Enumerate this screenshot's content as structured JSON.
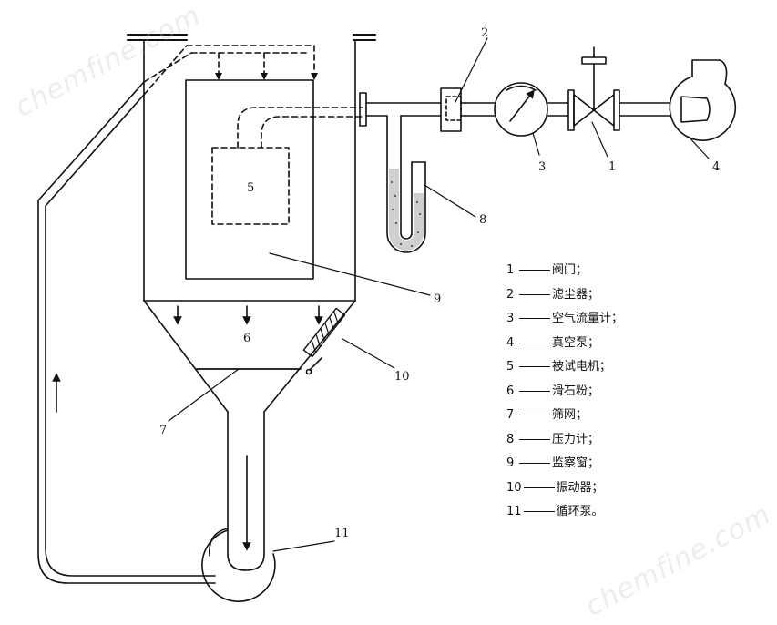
{
  "labels": {
    "l1": "1",
    "l2": "2",
    "l3": "3",
    "l4": "4",
    "l5": "5",
    "l6": "6",
    "l7": "7",
    "l8": "8",
    "l9": "9",
    "l10": "10",
    "l11": "11"
  },
  "legend": [
    {
      "num": "1",
      "text": "阀门；"
    },
    {
      "num": "2",
      "text": "滤尘器；"
    },
    {
      "num": "3",
      "text": "空气流量计；"
    },
    {
      "num": "4",
      "text": "真空泵；"
    },
    {
      "num": "5",
      "text": "被试电机；"
    },
    {
      "num": "6",
      "text": "滑石粉；"
    },
    {
      "num": "7",
      "text": "筛网；"
    },
    {
      "num": "8",
      "text": "压力计；"
    },
    {
      "num": "9",
      "text": "监察窗；"
    },
    {
      "num": "10",
      "text": "振动器；"
    },
    {
      "num": "11",
      "text": "循环泵。"
    }
  ],
  "watermark": "chemfine.com"
}
